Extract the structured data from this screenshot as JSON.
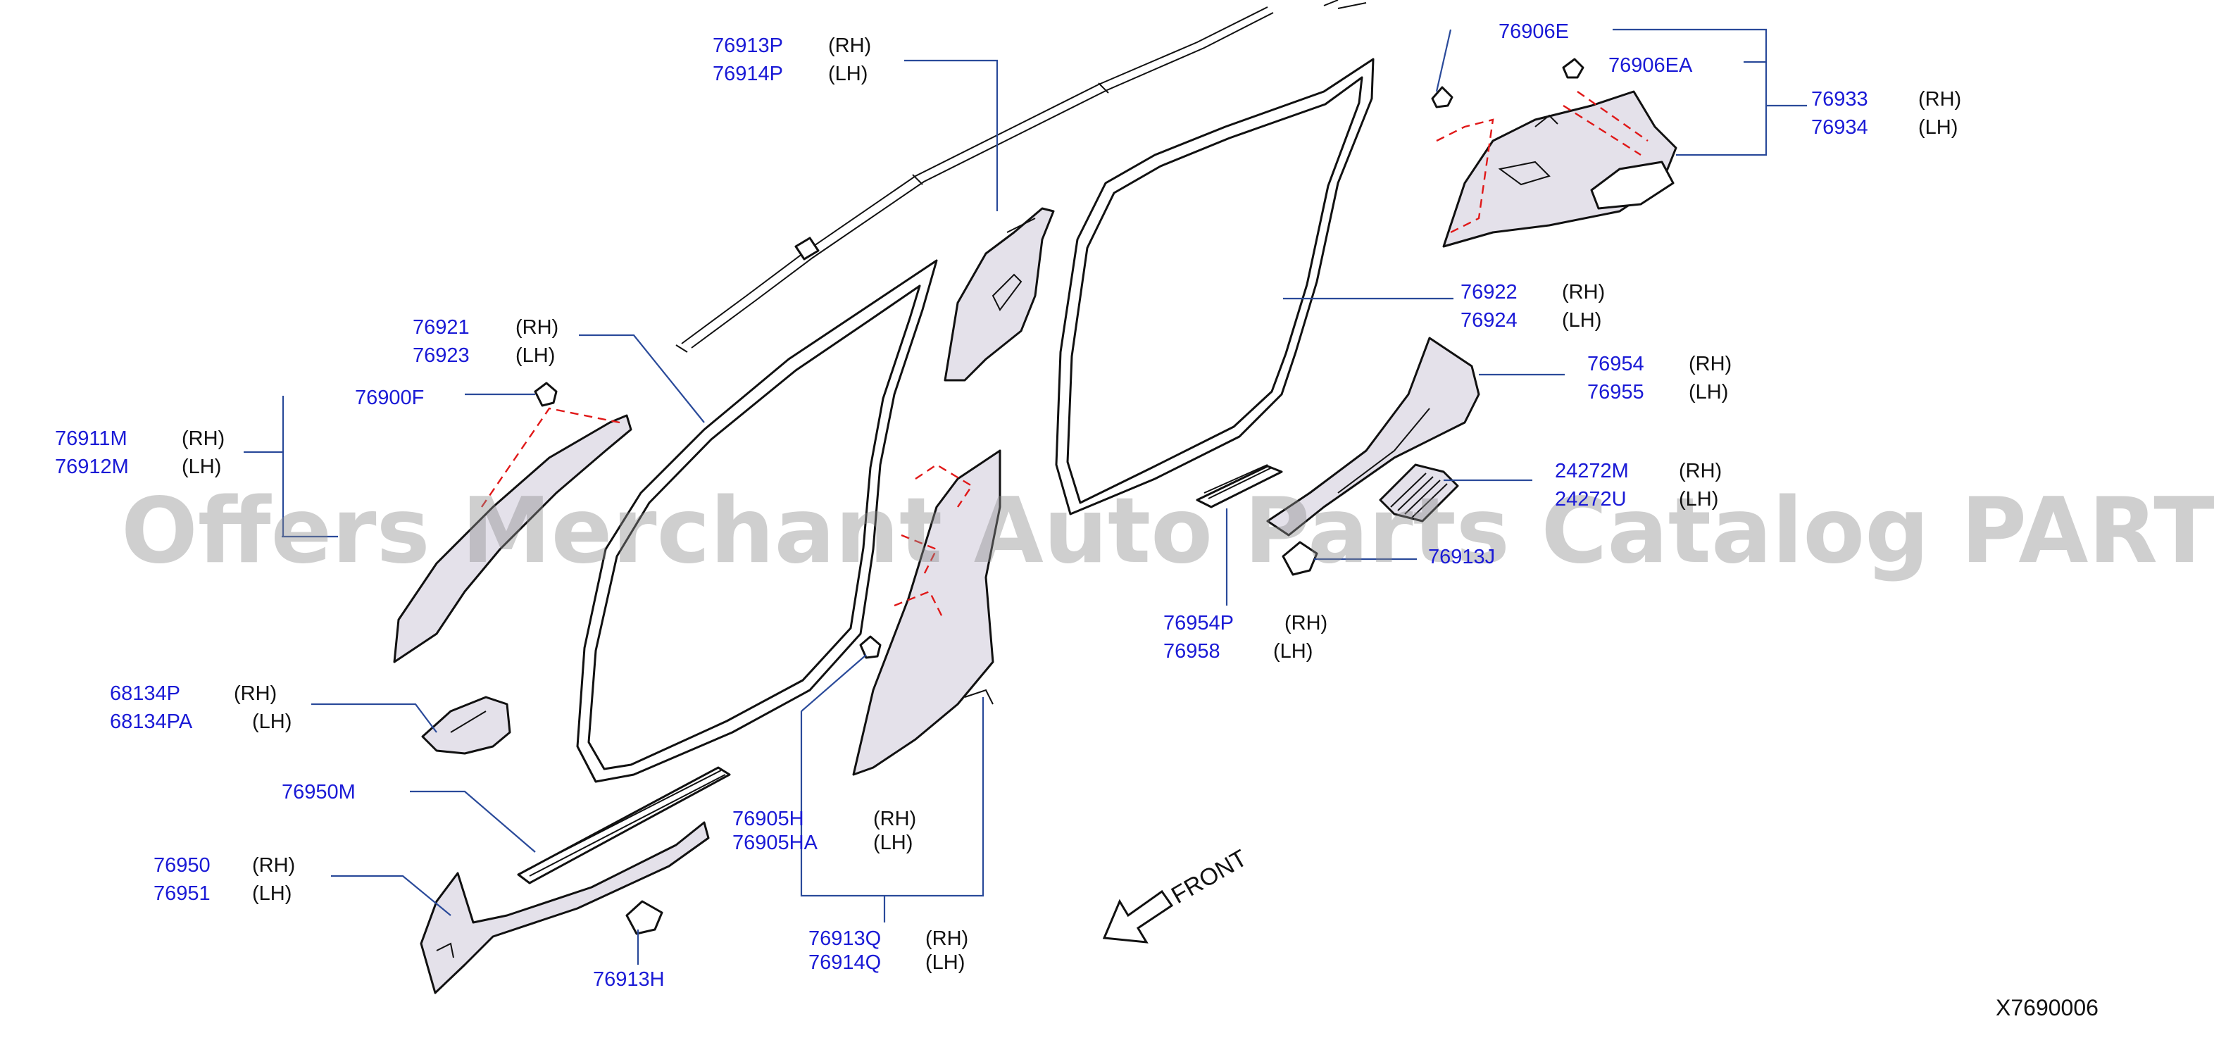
{
  "diagram": {
    "watermark": "Offers Merchant Auto Parts Catalog PARTSTORE.SA",
    "diagram_code": "X7690006",
    "front_label": "FRONT",
    "callouts": {
      "c76913P": "76913P",
      "c76913P_side": "(RH)",
      "c76914P": "76914P",
      "c76914P_side": "(LH)",
      "c76906E": "76906E",
      "c76906EA": "76906EA",
      "c76933": "76933",
      "c76933_side": "(RH)",
      "c76934": "76934",
      "c76934_side": "(LH)",
      "c76922": "76922",
      "c76922_side": "(RH)",
      "c76924": "76924",
      "c76924_side": "(LH)",
      "c76921": "76921",
      "c76921_side": "(RH)",
      "c76923": "76923",
      "c76923_side": "(LH)",
      "c76900F": "76900F",
      "c76911M": "76911M",
      "c76911M_side": "(RH)",
      "c76912M": "76912M",
      "c76912M_side": "(LH)",
      "c76954": "76954",
      "c76954_side": "(RH)",
      "c76955": "76955",
      "c76955_side": "(LH)",
      "c24272M": "24272M",
      "c24272M_side": "(RH)",
      "c24272U": "24272U",
      "c24272U_side": "(LH)",
      "c76913J": "76913J",
      "c76954P": "76954P",
      "c76954P_side": "(RH)",
      "c76958": "76958",
      "c76958_side": "(LH)",
      "c68134P": "68134P",
      "c68134P_side": "(RH)",
      "c68134PA": "68134PA",
      "c68134PA_side": "(LH)",
      "c76950M": "76950M",
      "c76950": "76950",
      "c76950_side": "(RH)",
      "c76951": "76951",
      "c76951_side": "(LH)",
      "c76905H": "76905H",
      "c76905H_side": "(RH)",
      "c76905HA": "76905HA",
      "c76905HA_side": "(LH)",
      "c76913Q": "76913Q",
      "c76913Q_side": "(RH)",
      "c76914Q": "76914Q",
      "c76914Q_side": "(LH)",
      "c76913H": "76913H"
    }
  }
}
